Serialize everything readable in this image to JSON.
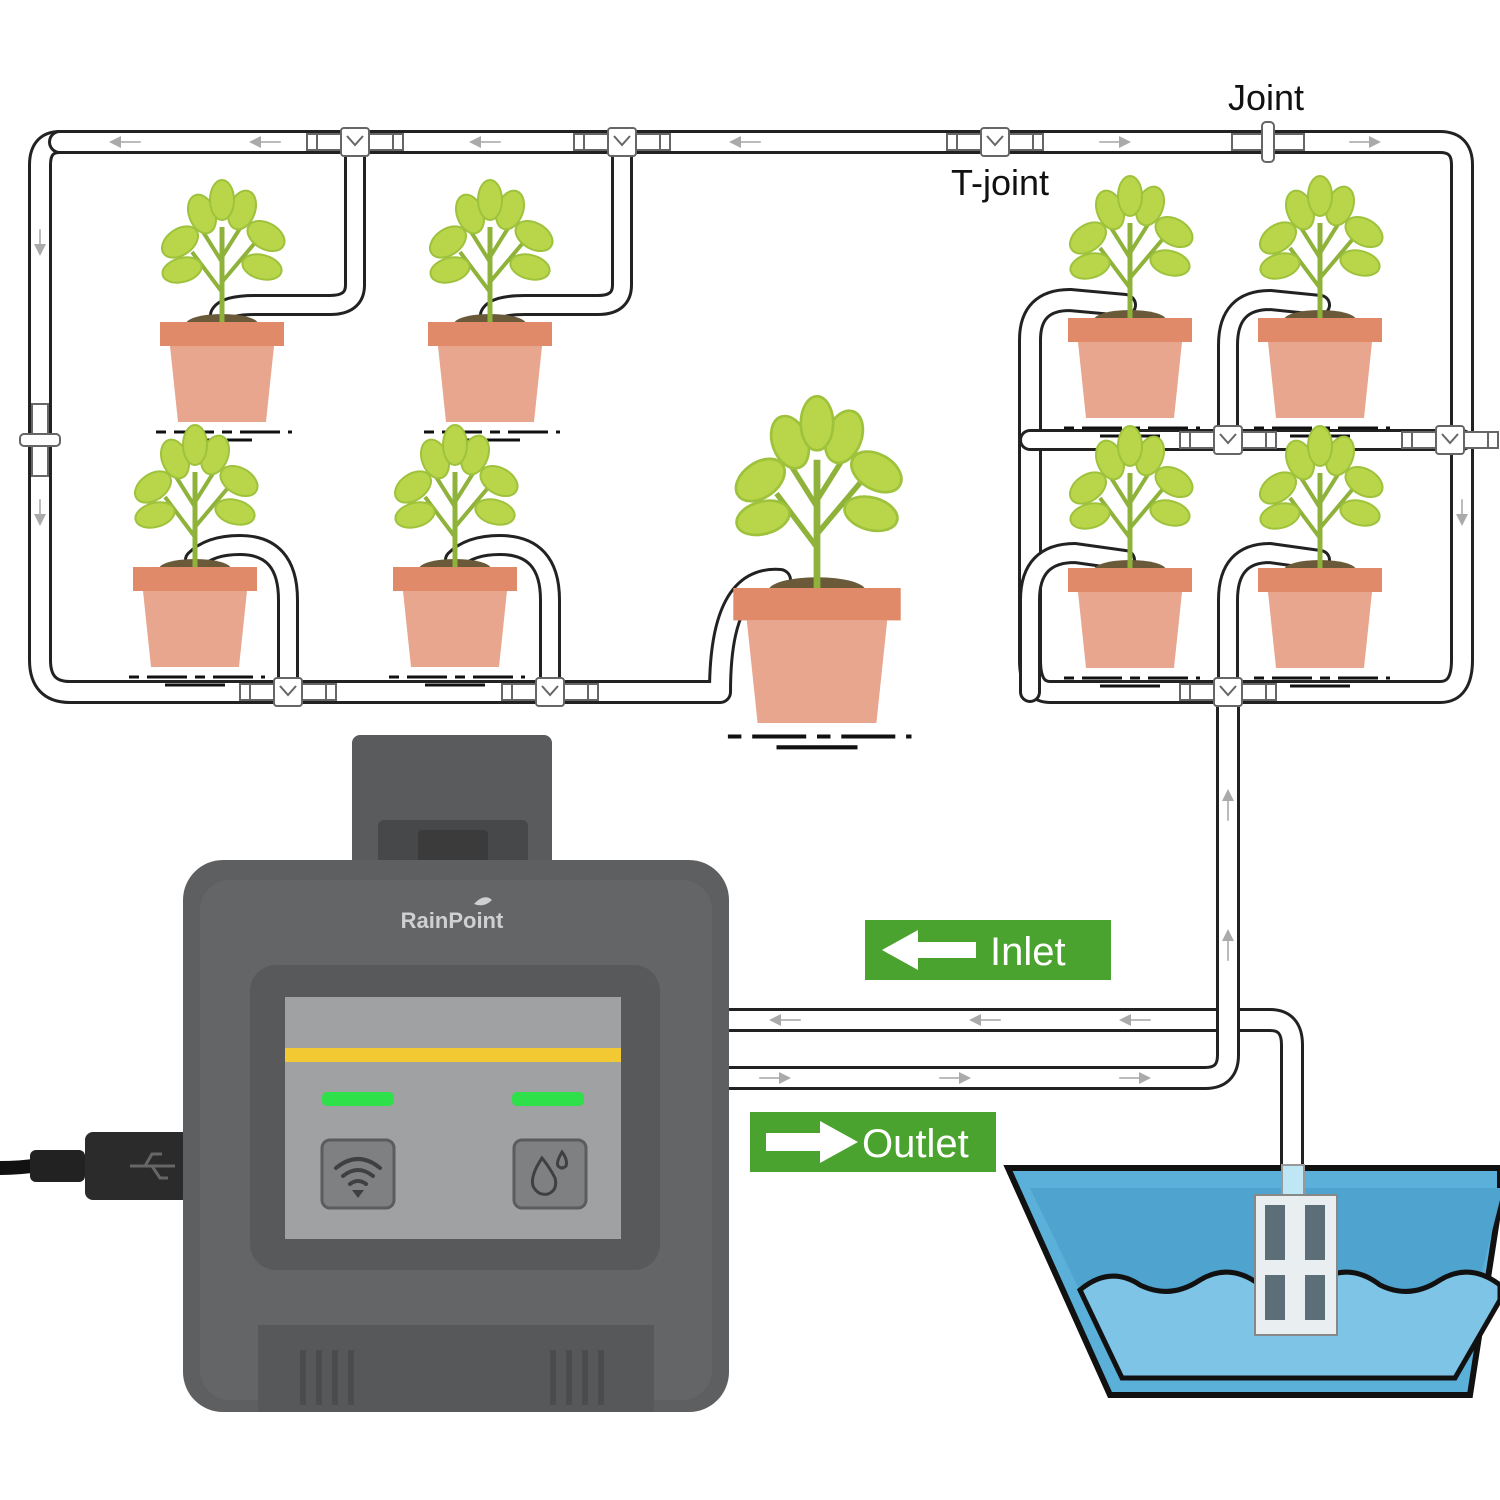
{
  "labels": {
    "joint": "Joint",
    "t_joint": "T-joint",
    "inlet": "Inlet",
    "outlet": "Outlet"
  },
  "device": {
    "brand": "RainPoint",
    "indicators": [
      {
        "name": "wifi",
        "icon": "wifi-icon",
        "color": "#2ee04a"
      },
      {
        "name": "water",
        "icon": "water-drop-icon",
        "color": "#2ee04a"
      }
    ]
  },
  "colors": {
    "label_box": "#4aa32e",
    "pot_body": "#e8a68f",
    "pot_rim": "#e08a6a",
    "leaf": "#b9d64a",
    "stem": "#8fb33a",
    "device_body": "#5e5f61",
    "device_panel": "#9fa1a3",
    "water": "#7ec4e6",
    "bucket": "#5ab0d8",
    "indicator_strip": "#f2c833"
  }
}
